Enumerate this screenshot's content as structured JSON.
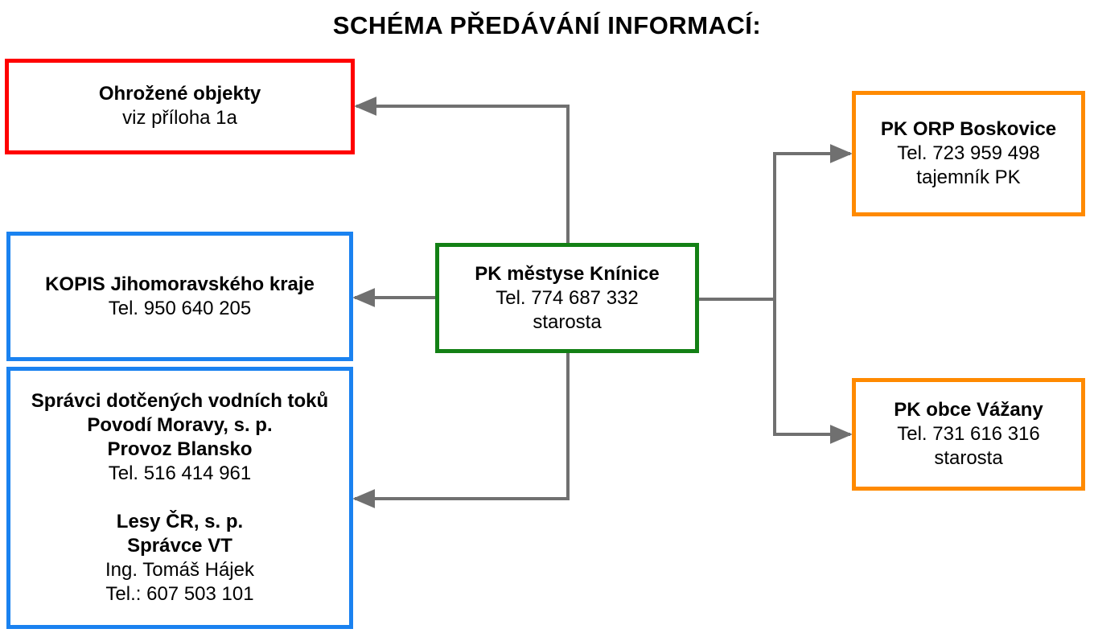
{
  "title": "SCHÉMA PŘEDÁVÁNÍ INFORMACÍ:",
  "colors": {
    "red_border": "#ff0000",
    "blue_border": "#1a82f0",
    "green_border": "#138015",
    "orange_border": "#ff8a00",
    "connector": "#707070"
  },
  "boxes": {
    "threatened": {
      "name": "Ohrožené objekty",
      "detail": "viz příloha 1a"
    },
    "kopis": {
      "name": "KOPIS Jihomoravského kraje",
      "phone": "Tel. 950 640 205"
    },
    "rivers": {
      "heading": "Správci dotčených vodních toků",
      "org1": "Povodí Moravy, s. p.",
      "org1_unit": "Provoz Blansko",
      "org1_phone": "Tel. 516 414 961",
      "org2": "Lesy ČR, s. p.",
      "org2_unit": "Správce VT",
      "org2_person": "Ing. Tomáš Hájek",
      "org2_phone": "Tel.: 607 503 101"
    },
    "center": {
      "name": "PK městyse Knínice",
      "phone": "Tel. 774 687 332",
      "role": "starosta"
    },
    "orp": {
      "name": "PK ORP Boskovice",
      "phone": "Tel. 723 959 498",
      "role": "tajemník PK"
    },
    "vazany": {
      "name": "PK obce Vážany",
      "phone": "Tel. 731 616 316",
      "role": "starosta"
    }
  }
}
